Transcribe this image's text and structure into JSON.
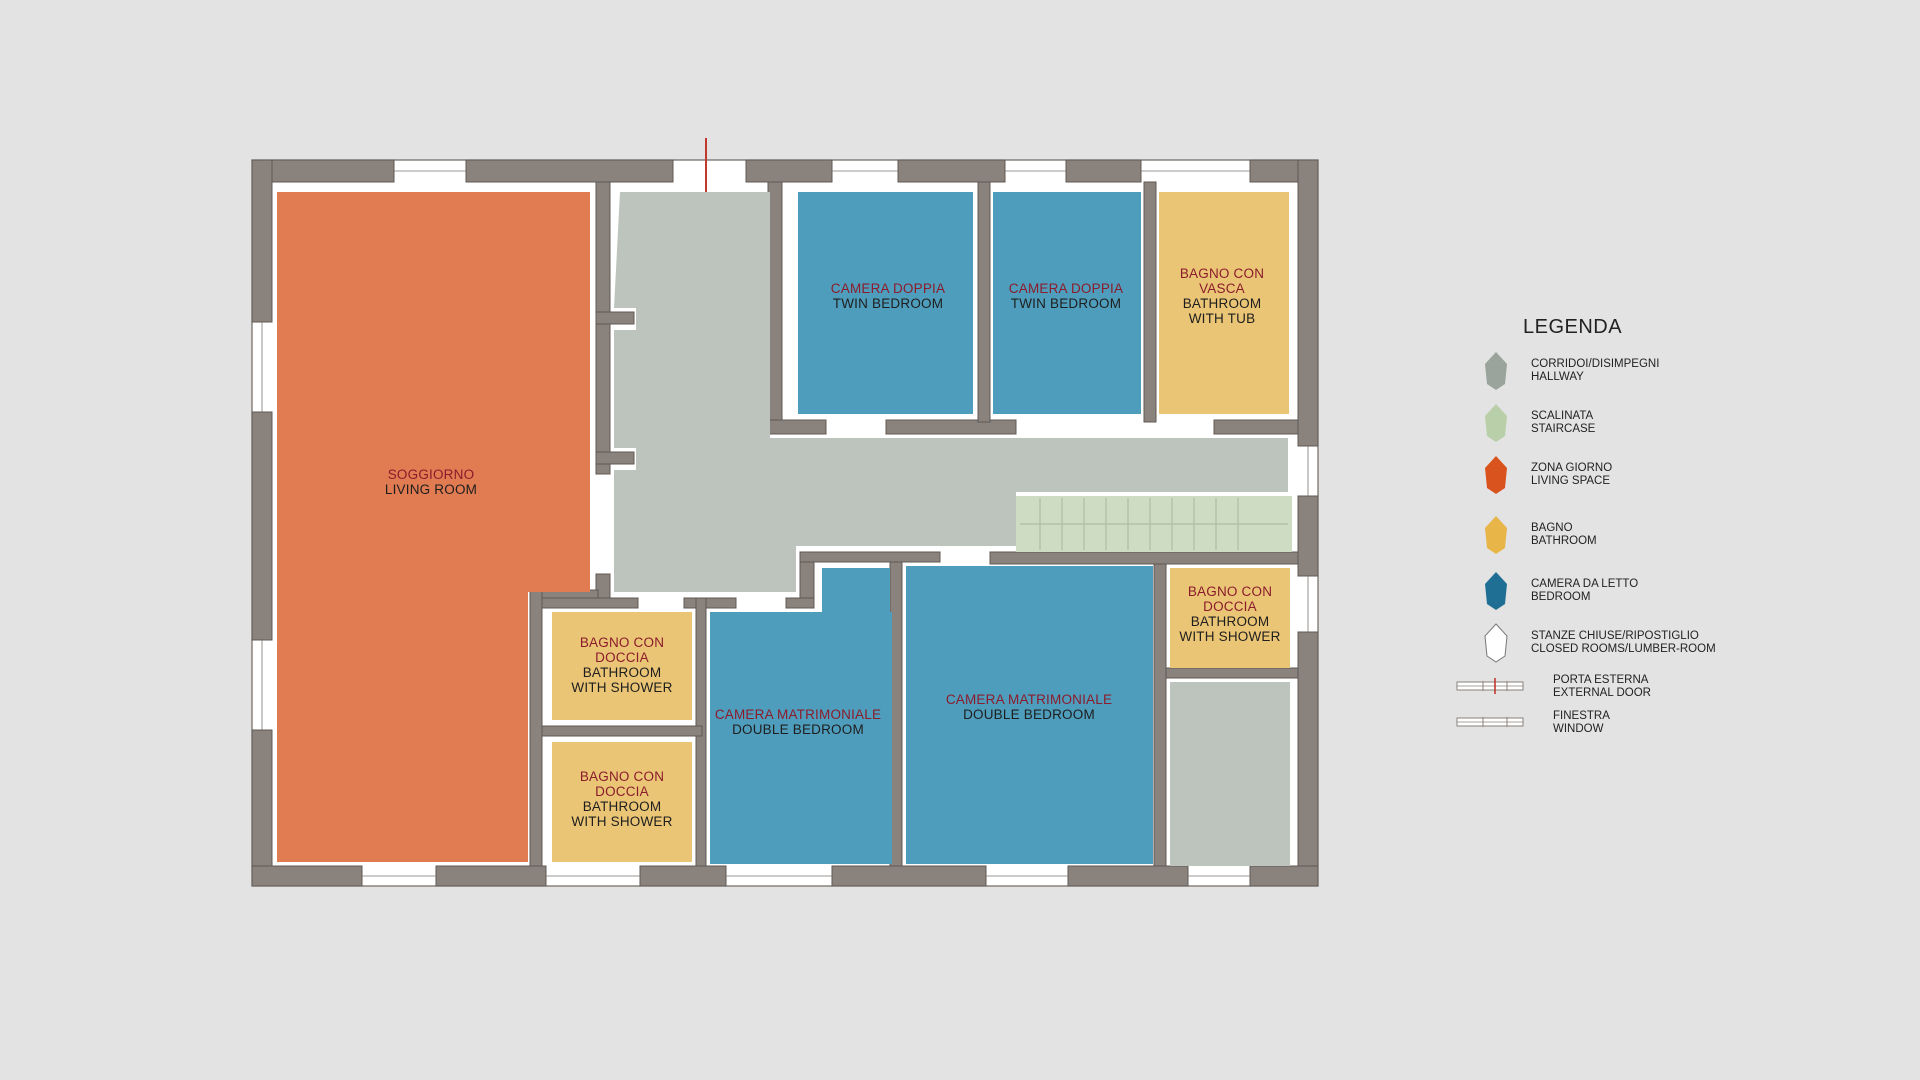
{
  "rooms": {
    "living": {
      "it": "SOGGIORNO",
      "en": "LIVING ROOM"
    },
    "twin1": {
      "it": "CAMERA DOPPIA",
      "en": "TWIN BEDROOM"
    },
    "twin2": {
      "it": "CAMERA DOPPIA",
      "en": "TWIN BEDROOM"
    },
    "bath_tub": {
      "it1": "BAGNO CON",
      "it2": "VASCA",
      "en1": "BATHROOM",
      "en2": "WITH TUB"
    },
    "bath_shower_right": {
      "it1": "BAGNO CON",
      "it2": "DOCCIA",
      "en1": "BATHROOM",
      "en2": "WITH SHOWER"
    },
    "bath_shower_top": {
      "it1": "BAGNO CON",
      "it2": "DOCCIA",
      "en1": "BATHROOM",
      "en2": "WITH SHOWER"
    },
    "bath_shower_bottom": {
      "it1": "BAGNO CON",
      "it2": "DOCCIA",
      "en1": "BATHROOM",
      "en2": "WITH SHOWER"
    },
    "double1": {
      "it": "CAMERA MATRIMONIALE",
      "en": "DOUBLE BEDROOM"
    },
    "double2": {
      "it": "CAMERA MATRIMONIALE",
      "en": "DOUBLE BEDROOM"
    }
  },
  "colors": {
    "hallway": "#bdc4bd",
    "staircase": "#cfdcc4",
    "living": "#e07b52",
    "bathroom": "#ebc576",
    "bedroom": "#4f9dbc",
    "wall": "#8a827c",
    "background": "#e3e3e3",
    "door": "#c0392b"
  },
  "legend": {
    "title": "LEGENDA",
    "items": [
      {
        "key": "hallway",
        "icon": "hallway-swatch-icon",
        "line1": "CORRIDOI/DISIMPEGNI",
        "line2": "HALLWAY",
        "color": "#9aa39c"
      },
      {
        "key": "staircase",
        "icon": "staircase-swatch-icon",
        "line1": "SCALINATA",
        "line2": "STAIRCASE",
        "color": "#b9cfa9"
      },
      {
        "key": "living",
        "icon": "living-swatch-icon",
        "line1": "ZONA GIORNO",
        "line2": "LIVING SPACE",
        "color": "#d9531e"
      },
      {
        "key": "bathroom",
        "icon": "bathroom-swatch-icon",
        "line1": "BAGNO",
        "line2": "BATHROOM",
        "color": "#e7b548"
      },
      {
        "key": "bedroom",
        "icon": "bedroom-swatch-icon",
        "line1": "CAMERA DA LETTO",
        "line2": "BEDROOM",
        "color": "#1f6f94"
      },
      {
        "key": "closed",
        "icon": "closed-room-swatch-icon",
        "line1": "STANZE CHIUSE/RIPOSTIGLIO",
        "line2": "CLOSED ROOMS/LUMBER-ROOM",
        "color": "#ffffff"
      },
      {
        "key": "door",
        "icon": "external-door-icon",
        "line1": "PORTA ESTERNA",
        "line2": "EXTERNAL DOOR",
        "color": "#c0392b"
      },
      {
        "key": "window",
        "icon": "window-icon",
        "line1": "FINESTRA",
        "line2": "WINDOW",
        "color": "#ffffff"
      }
    ]
  }
}
